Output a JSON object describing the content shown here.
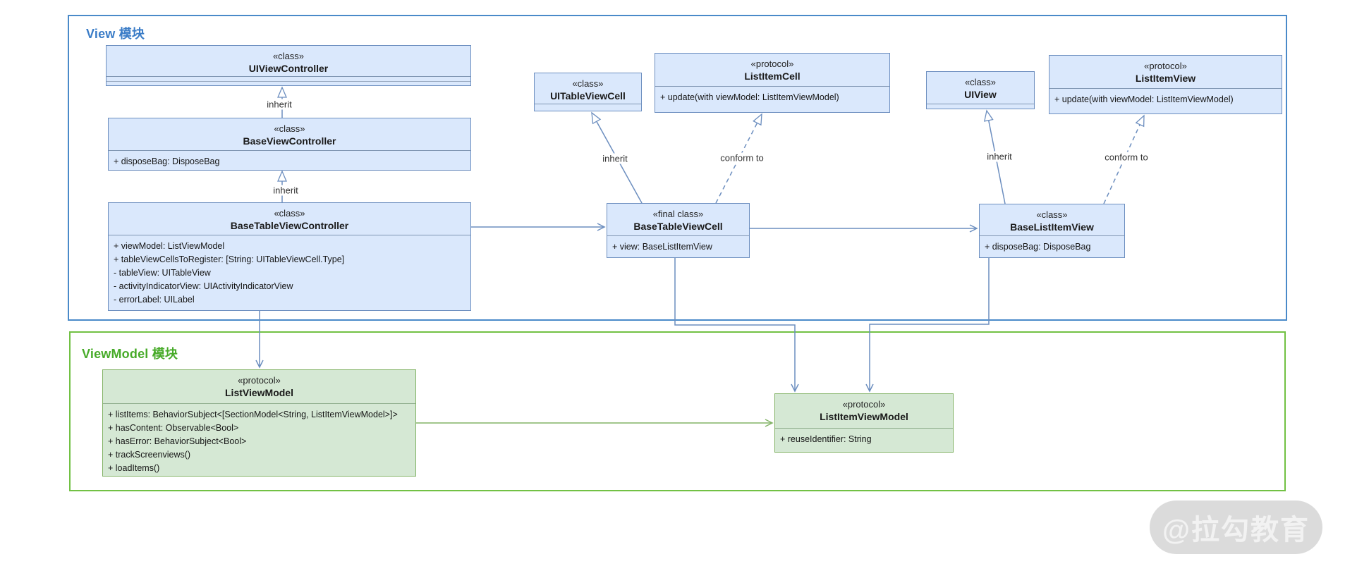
{
  "modules": {
    "view": {
      "title": "View 模块"
    },
    "viewmodel": {
      "title": "ViewModel 模块"
    }
  },
  "nodes": {
    "uiViewController": {
      "stereotype": "«class»",
      "name": "UIViewController",
      "members": []
    },
    "baseViewController": {
      "stereotype": "«class»",
      "name": "BaseViewController",
      "members": [
        "+ disposeBag: DisposeBag"
      ]
    },
    "baseTableViewController": {
      "stereotype": "«class»",
      "name": "BaseTableViewController",
      "members": [
        "+ viewModel: ListViewModel",
        "+ tableViewCellsToRegister: [String: UITableViewCell.Type]",
        "- tableView: UITableView",
        "- activityIndicatorView: UIActivityIndicatorView",
        "- errorLabel: UILabel"
      ]
    },
    "uiTableViewCell": {
      "stereotype": "«class»",
      "name": "UITableViewCell",
      "members": []
    },
    "listItemCell": {
      "stereotype": "«protocol»",
      "name": "ListItemCell",
      "members": [
        "+ update(with viewModel: ListItemViewModel)"
      ]
    },
    "baseTableViewCell": {
      "stereotype": "«final class»",
      "name": "BaseTableViewCell",
      "members": [
        "+ view: BaseListItemView"
      ]
    },
    "uiView": {
      "stereotype": "«class»",
      "name": "UIView",
      "members": []
    },
    "listItemView": {
      "stereotype": "«protocol»",
      "name": "ListItemView",
      "members": [
        "+ update(with viewModel: ListItemViewModel)"
      ]
    },
    "baseListItemView": {
      "stereotype": "«class»",
      "name": "BaseListItemView",
      "members": [
        "+ disposeBag: DisposeBag"
      ]
    },
    "listViewModel": {
      "stereotype": "«protocol»",
      "name": "ListViewModel",
      "members": [
        "+ listItems: BehaviorSubject<[SectionModel<String, ListItemViewModel>]>",
        "+ hasContent: Observable<Bool>",
        "+ hasError: BehaviorSubject<Bool>",
        "+ trackScreenviews()",
        "+ loadItems()"
      ]
    },
    "listItemViewModel": {
      "stereotype": "«protocol»",
      "name": "ListItemViewModel",
      "members": [
        "+ reuseIdentifier: String"
      ]
    }
  },
  "edge_labels": {
    "inherit_vc": "inherit",
    "inherit_tvc": "inherit",
    "inherit_cell": "inherit",
    "conform_cell": "conform to",
    "inherit_view": "inherit",
    "conform_view": "conform to"
  },
  "watermark": {
    "text": "@拉勾教育"
  },
  "colors": {
    "class_fill": "#dae8fc",
    "class_border": "#6c8ebf",
    "protocol_module_fill": "#d5e8d4",
    "protocol_module_border": "#82b366",
    "view_container_border": "#4a8ac9",
    "view_container_title": "#3a7cc7",
    "viewmodel_container_border": "#72c144",
    "viewmodel_container_title": "#47ab29",
    "connector_blue": "#6c8ebf",
    "connector_green": "#82b366"
  }
}
